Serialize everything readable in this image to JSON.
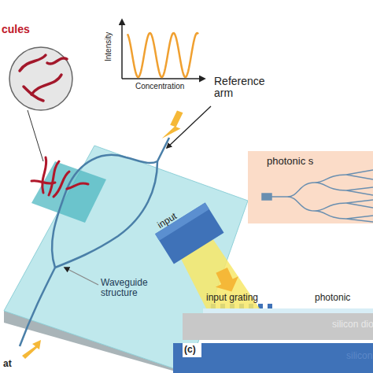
{
  "diagram": {
    "nodes": [
      {
        "text": [
          "photonic s"
        ]
      },
      {
        "text": [
          "silicon dio"
        ]
      },
      {
        "text": [
          "silicon"
        ]
      }
    ],
    "labels": [
      "cules",
      "Intensity",
      "Concentration",
      "Reference arm",
      "Waveguide structure",
      "at",
      "input",
      "input grating",
      "photonic",
      "(c)"
    ]
  }
}
